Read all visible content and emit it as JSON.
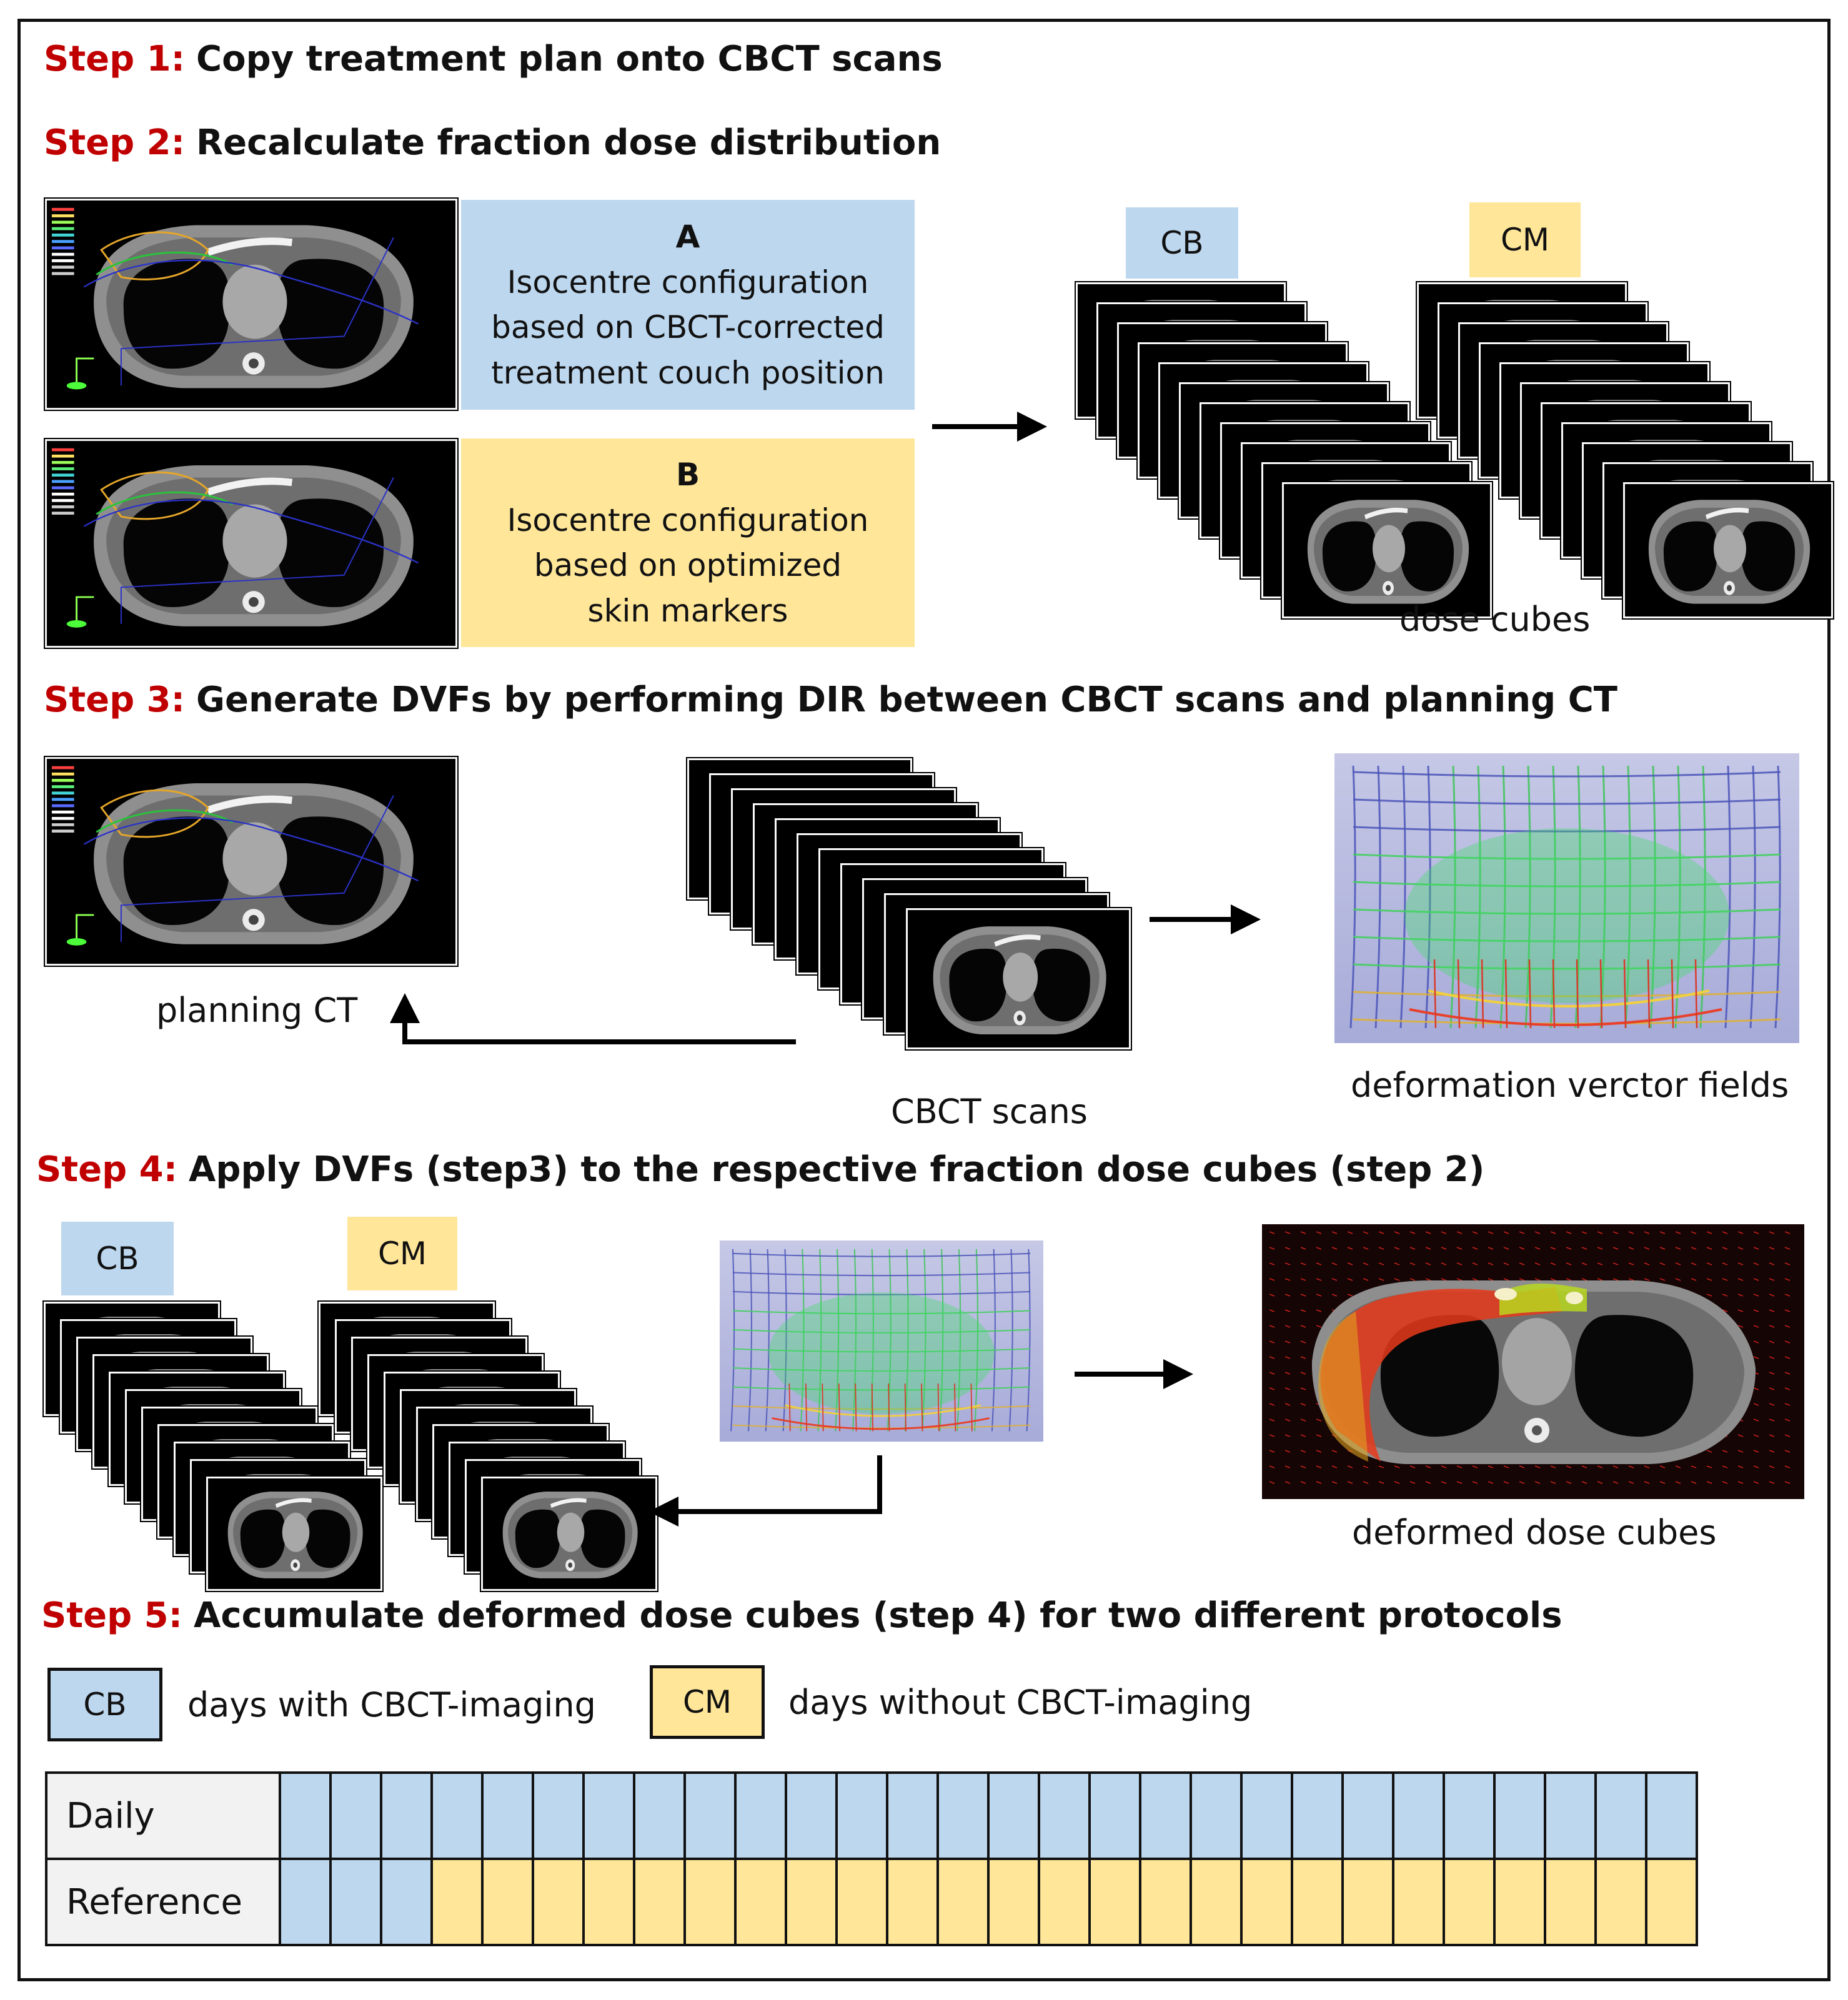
{
  "steps": [
    {
      "number": "Step 1:",
      "text": "Copy treatment plan onto CBCT scans"
    },
    {
      "number": "Step 2:",
      "text": "Recalculate fraction dose distribution"
    },
    {
      "number": "Step 3:",
      "text": "Generate DVFs by performing DIR between CBCT scans and planning CT"
    },
    {
      "number": "Step 4:",
      "text": "Apply DVFs (step3) to the respective fraction dose cubes (step 2)"
    },
    {
      "number": "Step 5:",
      "text": "Accumulate deformed dose cubes (step 4) for two different protocols"
    }
  ],
  "configs": {
    "a": {
      "title": "A",
      "line1": "Isocentre configuration",
      "line2": "based on CBCT-corrected",
      "line3": "treatment couch position"
    },
    "b": {
      "title": "B",
      "line1": "Isocentre configuration",
      "line2": "based on optimized",
      "line3": "skin markers"
    }
  },
  "tags": {
    "cb": "CB",
    "cm": "CM"
  },
  "labels": {
    "dose_cubes": "dose cubes",
    "planning_ct": "planning CT",
    "cbct_scans": "CBCT scans",
    "dvf": "deformation verctor fields",
    "deformed": "deformed dose cubes"
  },
  "legend": {
    "cb_desc": "days with CBCT-imaging",
    "cm_desc": "days without CBCT-imaging"
  },
  "table": {
    "rows": [
      "Daily",
      "Reference"
    ],
    "fractions": 28,
    "reference_cb_days": 3
  },
  "colors": {
    "step_red": "#c00000",
    "cb_blue": "#bdd7ee",
    "cm_yellow": "#ffe699"
  }
}
